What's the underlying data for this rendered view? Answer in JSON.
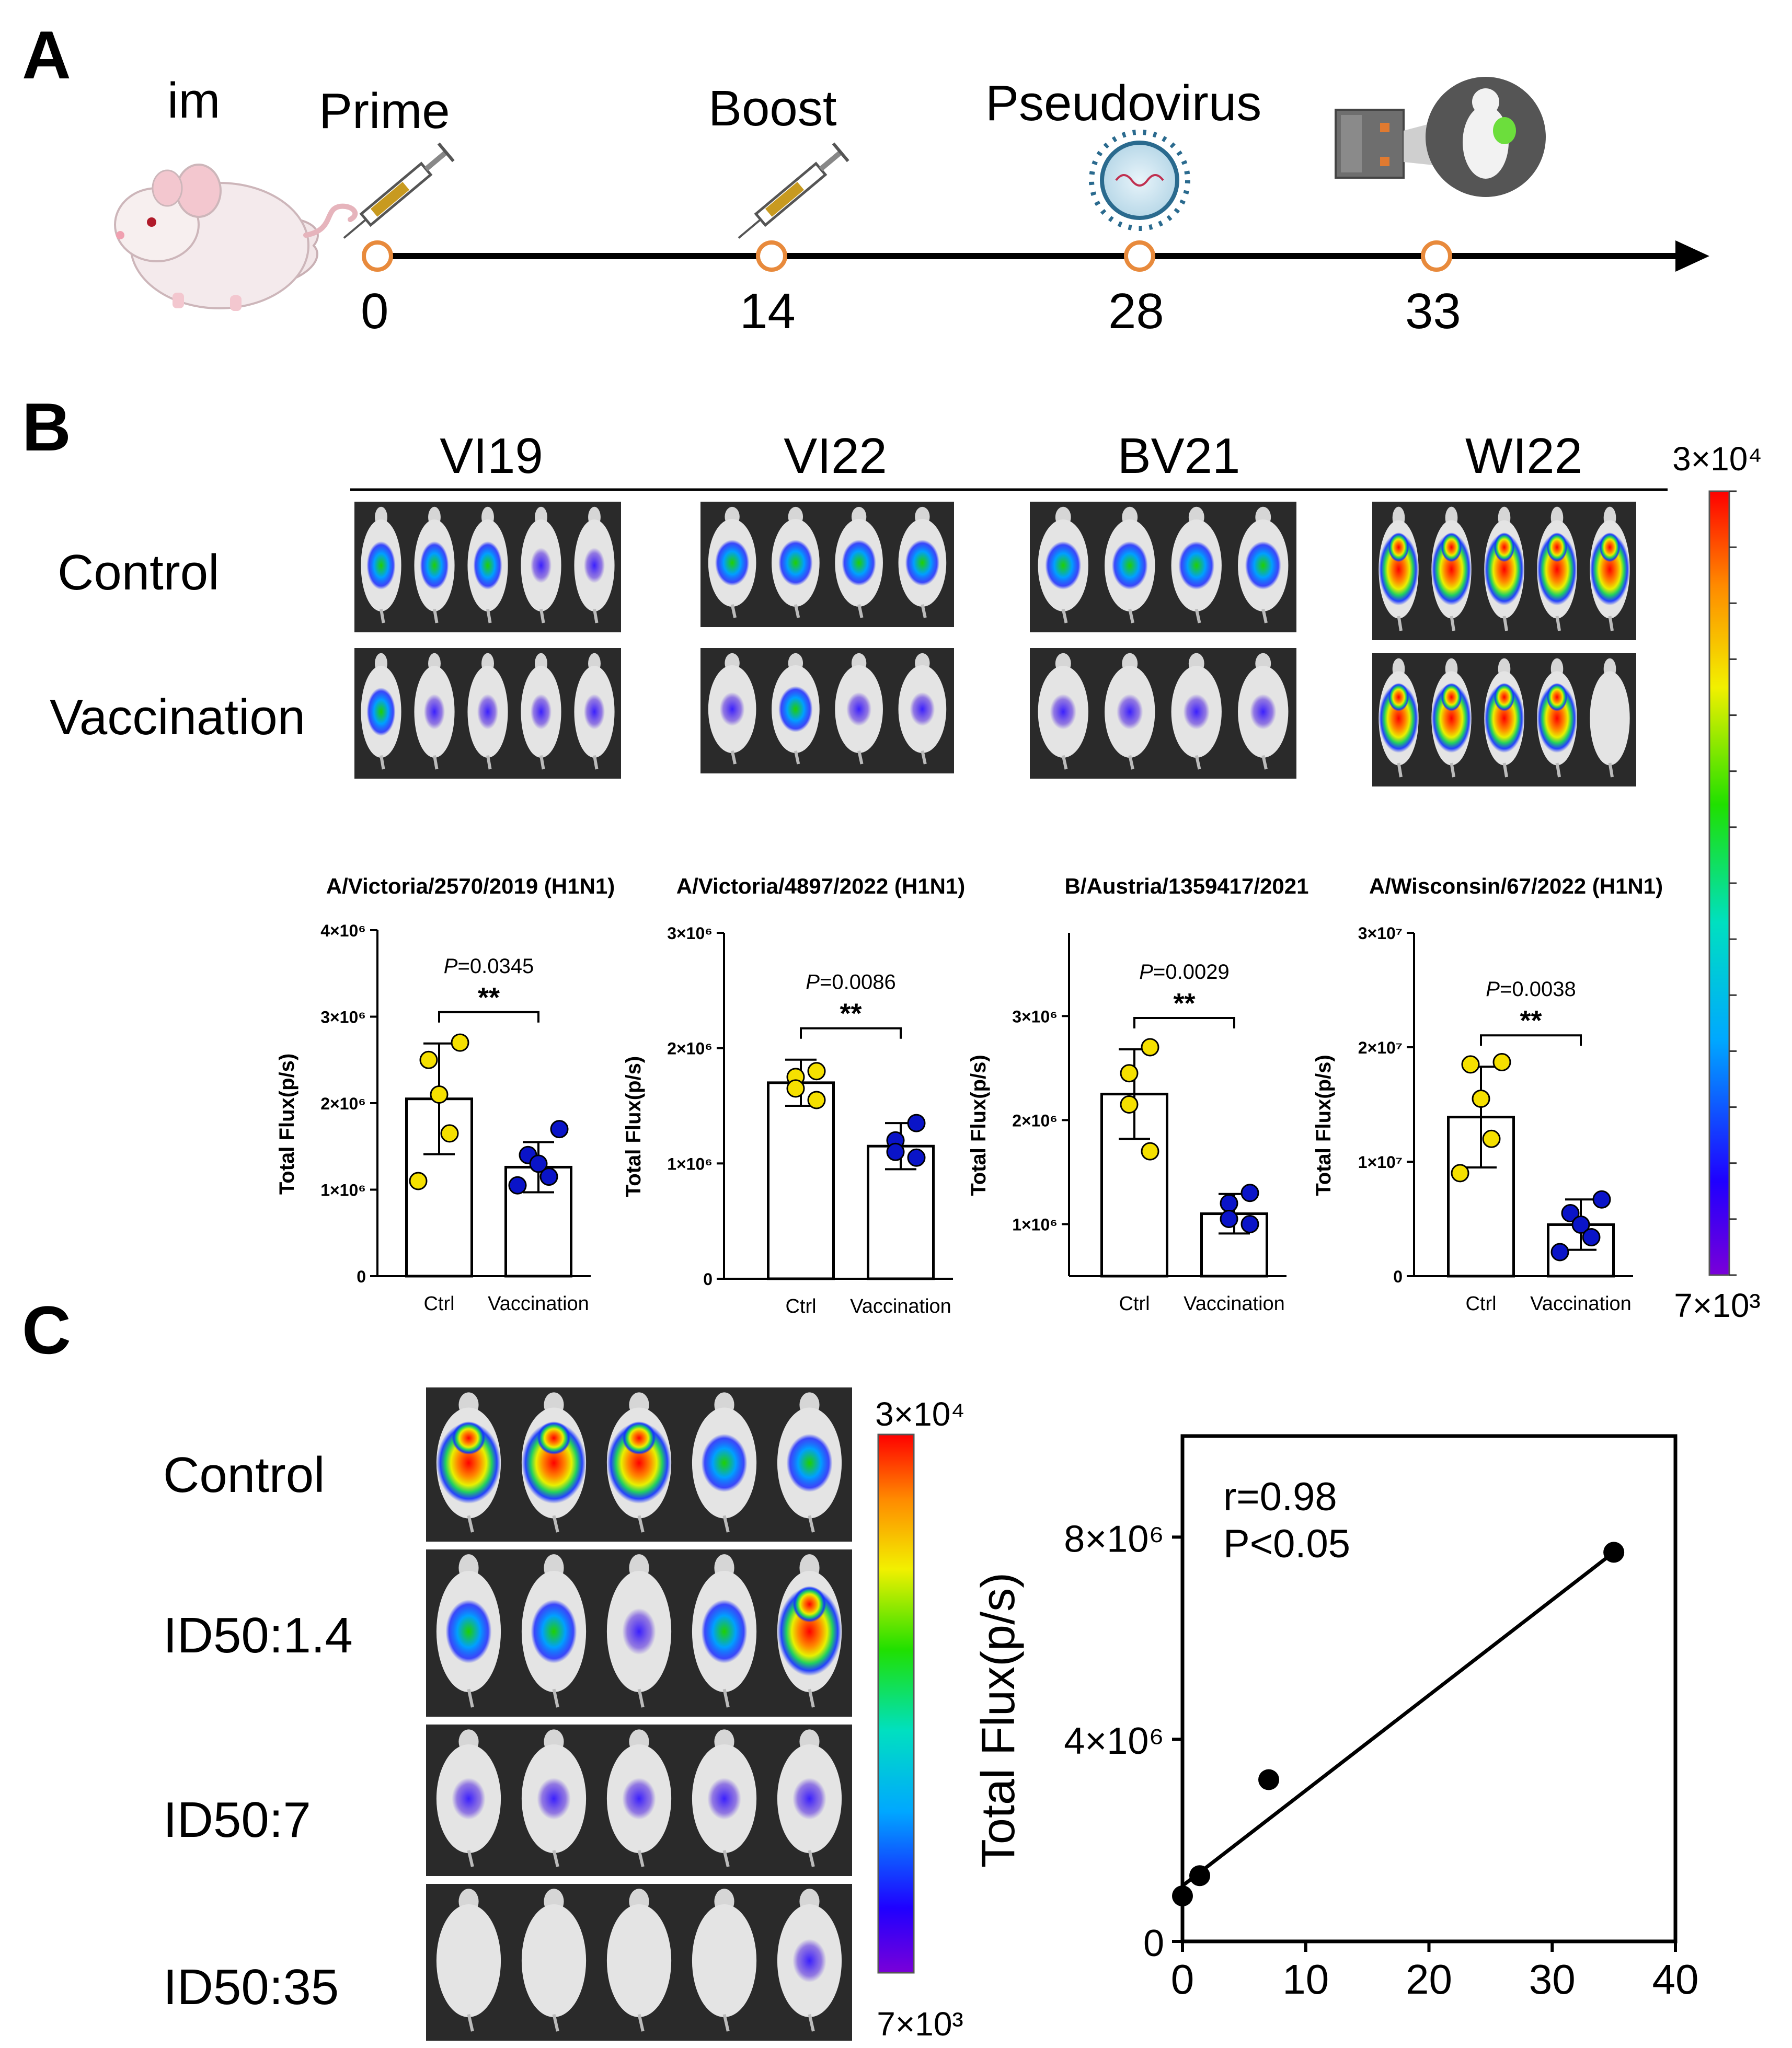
{
  "panelA": {
    "letter": "A",
    "route": "im",
    "events": [
      {
        "label": "Prime",
        "day": "0"
      },
      {
        "label": "Boost",
        "day": "14"
      },
      {
        "label": "Pseudovirus",
        "day": "28"
      },
      {
        "label": "",
        "day": "33"
      }
    ]
  },
  "panelB": {
    "letter": "B",
    "strains": [
      "VI19",
      "VI22",
      "BV21",
      "WI22"
    ],
    "rows": [
      "Control",
      "Vaccination"
    ],
    "colorbar": {
      "max": "3×10⁴",
      "min": "7×10³"
    },
    "mice_per_image": [
      5,
      4,
      4,
      5
    ],
    "colors": {
      "ctrl_point": "#f5e000",
      "vacc_point": "#0a14c8"
    },
    "charts": [
      {
        "type": "bar",
        "title": "A/Victoria/2570/2019 (H1N1)",
        "ylabel": "Total Flux(p/s)",
        "categories": [
          "Ctrl",
          "Vaccination"
        ],
        "values": [
          2050000,
          1260000
        ],
        "errors": [
          640000,
          290000
        ],
        "points": [
          [
            2700000,
            2500000,
            2100000,
            1650000,
            1100000
          ],
          [
            1700000,
            1400000,
            1300000,
            1150000,
            1050000
          ]
        ],
        "ylim": [
          0,
          4000000
        ],
        "yticks": [
          {
            "v": 0,
            "label": "0"
          },
          {
            "v": 1000000,
            "label": "1×10⁶"
          },
          {
            "v": 2000000,
            "label": "2×10⁶"
          },
          {
            "v": 3000000,
            "label": "3×10⁶"
          },
          {
            "v": 4000000,
            "label": "4×10⁶"
          }
        ],
        "pvalue_prefix": "P",
        "pvalue": "=0.0345",
        "stars": "**"
      },
      {
        "type": "bar",
        "title": "A/Victoria/4897/2022 (H1N1)",
        "ylabel": "Total Flux(p/s)",
        "categories": [
          "Ctrl",
          "Vaccination"
        ],
        "values": [
          1700000,
          1150000
        ],
        "errors": [
          200000,
          200000
        ],
        "points": [
          [
            1800000,
            1750000,
            1650000,
            1550000
          ],
          [
            1350000,
            1200000,
            1100000,
            1050000
          ]
        ],
        "ylim": [
          0,
          3000000
        ],
        "yticks": [
          {
            "v": 0,
            "label": "0"
          },
          {
            "v": 1000000,
            "label": "1×10⁶"
          },
          {
            "v": 2000000,
            "label": "2×10⁶"
          },
          {
            "v": 3000000,
            "label": "3×10⁶"
          }
        ],
        "pvalue_prefix": "P",
        "pvalue": "=0.0086",
        "stars": "**"
      },
      {
        "type": "bar",
        "title": "B/Austria/1359417/2021",
        "ylabel": "Total Flux(p/s)",
        "categories": [
          "Ctrl",
          "Vaccination"
        ],
        "values": [
          2250000,
          1100000
        ],
        "errors": [
          430000,
          190000
        ],
        "points": [
          [
            2700000,
            2450000,
            2150000,
            1700000
          ],
          [
            1300000,
            1200000,
            1050000,
            1000000
          ]
        ],
        "ylim": [
          500000,
          3800000
        ],
        "yticks": [
          {
            "v": 1000000,
            "label": "1×10⁶"
          },
          {
            "v": 2000000,
            "label": "2×10⁶"
          },
          {
            "v": 3000000,
            "label": "3×10⁶"
          }
        ],
        "pvalue_prefix": "P",
        "pvalue": "=0.0029",
        "stars": "**"
      },
      {
        "type": "bar",
        "title": "A/Wisconsin/67/2022 (H1N1)",
        "ylabel": "Total Flux(p/s)",
        "categories": [
          "Ctrl",
          "Vaccination"
        ],
        "values": [
          13900000,
          4500000
        ],
        "errors": [
          4400000,
          2200000
        ],
        "points": [
          [
            18700000,
            18500000,
            15500000,
            12000000,
            9000000
          ],
          [
            6700000,
            5500000,
            4500000,
            3400000,
            2100000
          ]
        ],
        "ylim": [
          0,
          30000000
        ],
        "yticks": [
          {
            "v": 0,
            "label": "0"
          },
          {
            "v": 10000000,
            "label": "1×10⁷"
          },
          {
            "v": 20000000,
            "label": "2×10⁷"
          },
          {
            "v": 30000000,
            "label": "3×10⁷"
          }
        ],
        "pvalue_prefix": "P",
        "pvalue": "=0.0038",
        "stars": "**"
      }
    ]
  },
  "panelC": {
    "letter": "C",
    "rows": [
      "Control",
      "ID50:1.4",
      "ID50:7",
      "ID50:35"
    ],
    "colorbar": {
      "max": "3×10⁴",
      "min": "7×10³"
    }
  },
  "chart_data": [
    {
      "type": "scatter",
      "x": [
        0,
        1.4,
        7,
        35
      ],
      "y": [
        900000,
        1300000,
        3200000,
        7700000
      ],
      "fit_line": {
        "x": [
          0,
          35
        ],
        "y": [
          1100000,
          7700000
        ]
      },
      "ylabel": "Total Flux(p/s)",
      "xlim": [
        0,
        40
      ],
      "ylim": [
        0,
        10000000
      ],
      "xticks": [
        "0",
        "10",
        "20",
        "30",
        "40"
      ],
      "yticks": [
        {
          "v": 0,
          "label": "0"
        },
        {
          "v": 4000000,
          "label": "4×10⁶"
        },
        {
          "v": 8000000,
          "label": "8×10⁶"
        }
      ],
      "annotations": [
        "r=0.98",
        "P<0.05"
      ]
    }
  ]
}
